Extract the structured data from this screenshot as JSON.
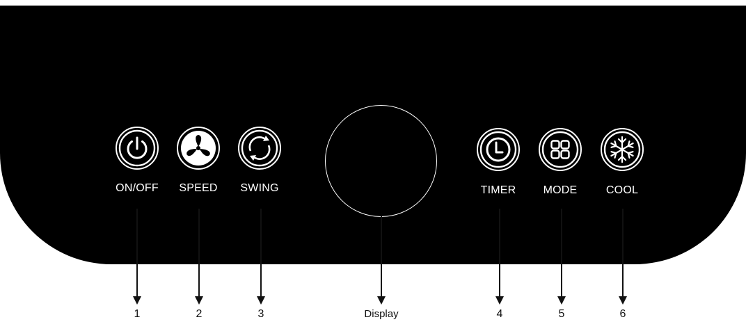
{
  "buttons": [
    {
      "id": "on-off",
      "label": "ON/OFF",
      "icon": "power-icon",
      "number": "1"
    },
    {
      "id": "speed",
      "label": "SPEED",
      "icon": "fan-icon",
      "number": "2"
    },
    {
      "id": "swing",
      "label": "SWING",
      "icon": "swing-arrows-icon",
      "number": "3"
    },
    {
      "id": "timer",
      "label": "TIMER",
      "icon": "clock-icon",
      "number": "4"
    },
    {
      "id": "mode",
      "label": "MODE",
      "icon": "grid-icon",
      "number": "5"
    },
    {
      "id": "cool",
      "label": "COOL",
      "icon": "snowflake-icon",
      "number": "6"
    }
  ],
  "display": {
    "label": "Display"
  },
  "colors": {
    "panel": "#000000",
    "foreground": "#ffffff",
    "annotation": "#111111"
  }
}
